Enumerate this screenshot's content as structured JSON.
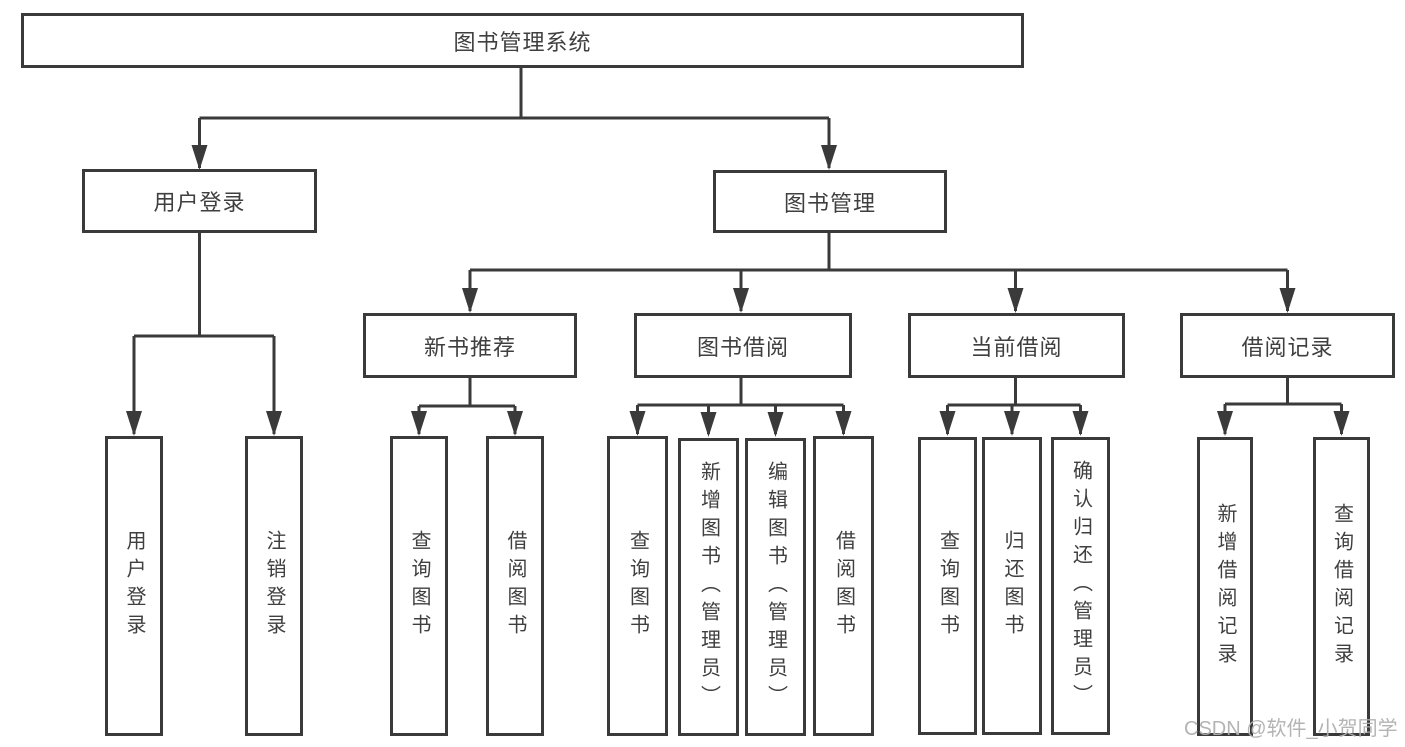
{
  "diagram_type": "hierarchy-tree",
  "colors": {
    "line": "#3a3a3a",
    "text": "#3f3f3f",
    "box_bg": "#ffffff",
    "page_bg": "#ffffff",
    "watermark": "#b0b0b0"
  },
  "tree": {
    "label": "图书管理系统",
    "children": [
      {
        "label": "用户登录",
        "children": [
          {
            "label": "用户登录"
          },
          {
            "label": "注销登录"
          }
        ]
      },
      {
        "label": "图书管理",
        "children": [
          {
            "label": "新书推荐",
            "children": [
              {
                "label": "查询图书"
              },
              {
                "label": "借阅图书"
              }
            ]
          },
          {
            "label": "图书借阅",
            "children": [
              {
                "label": "查询图书"
              },
              {
                "label": "新增图书（管理员）"
              },
              {
                "label": "编辑图书（管理员）"
              },
              {
                "label": "借阅图书"
              }
            ]
          },
          {
            "label": "当前借阅",
            "children": [
              {
                "label": "查询图书"
              },
              {
                "label": "归还图书"
              },
              {
                "label": "确认归还（管理员）"
              }
            ]
          },
          {
            "label": "借阅记录",
            "children": [
              {
                "label": "新增借阅记录"
              },
              {
                "label": "查询借阅记录"
              }
            ]
          }
        ]
      }
    ]
  },
  "watermark": {
    "text": "CSDN @软件_小贺同学"
  }
}
